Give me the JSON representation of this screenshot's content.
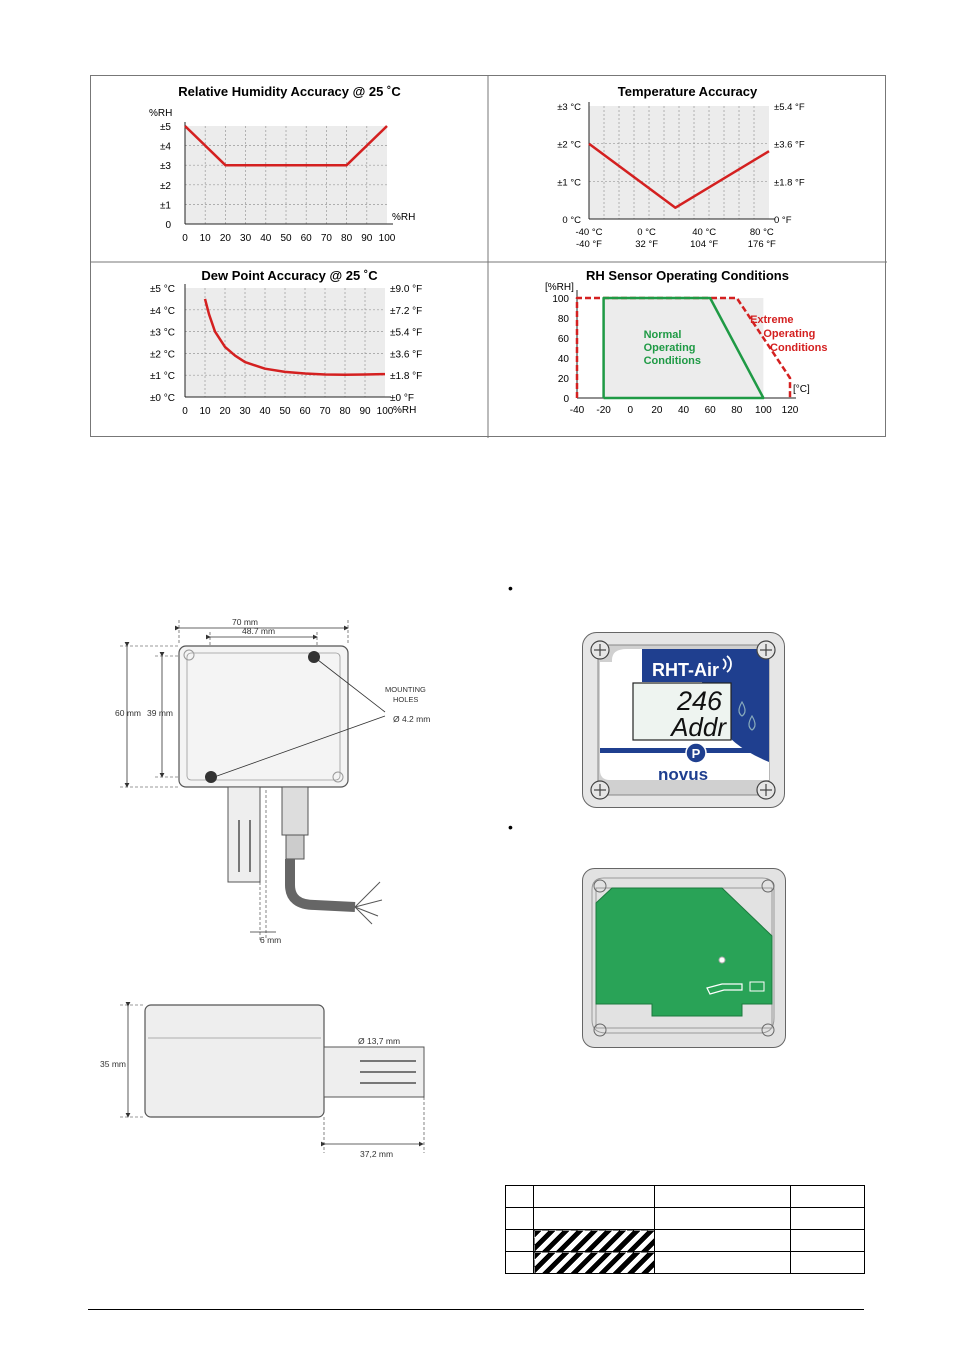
{
  "charts_panel": {
    "rh_accuracy": {
      "title": "Relative Humidity Accuracy @ 25 ˚C",
      "chart_data": {
        "type": "line",
        "title": "Relative Humidity Accuracy @ 25 ˚C",
        "ylabel": "%RH",
        "xlabel": "%RH",
        "x_ticks": [
          "0",
          "10",
          "20",
          "30",
          "40",
          "50",
          "60",
          "70",
          "80",
          "90",
          "100"
        ],
        "y_ticks": [
          "0",
          "±1",
          "±2",
          "±3",
          "±4",
          "±5"
        ],
        "xlim": [
          0,
          100
        ],
        "ylim": [
          0,
          5
        ],
        "series": [
          {
            "x": [
              0,
              20,
              80,
              100
            ],
            "y": [
              5,
              3,
              3,
              5
            ]
          }
        ]
      }
    },
    "temp_accuracy": {
      "title": "Temperature Accuracy",
      "chart_data": {
        "type": "line",
        "title": "Temperature Accuracy",
        "y_ticks_left": [
          "0 °C",
          "±1 °C",
          "±2 °C",
          "±3 °C"
        ],
        "y_ticks_right": [
          "0 °F",
          "±1.8 °F",
          "±3.6 °F",
          "±5.4 °F"
        ],
        "x_ticks_c": [
          "-40 °C",
          "0 °C",
          "40 °C",
          "80 °C"
        ],
        "x_ticks_f": [
          "-40 °F",
          "32 °F",
          "104 °F",
          "176 °F"
        ],
        "xlim": [
          -40,
          85
        ],
        "ylim": [
          0,
          3
        ],
        "series": [
          {
            "x": [
              -40,
              20,
              85
            ],
            "y": [
              2.0,
              0.3,
              1.8
            ]
          }
        ]
      }
    },
    "dew_accuracy": {
      "title": "Dew Point Accuracy @ 25 ˚C",
      "chart_data": {
        "type": "line",
        "title": "Dew Point Accuracy @ 25 ˚C",
        "xlabel": "%RH",
        "x_ticks": [
          "0",
          "10",
          "20",
          "30",
          "40",
          "50",
          "60",
          "70",
          "80",
          "90",
          "100"
        ],
        "y_ticks_left": [
          "±0 °C",
          "±1 °C",
          "±2 °C",
          "±3 °C",
          "±4 °C",
          "±5 °C"
        ],
        "y_ticks_right": [
          "±0 °F",
          "±1.8 °F",
          "±3.6 °F",
          "±5.4 °F",
          "±7.2 °F",
          "±9.0 °F"
        ],
        "xlim": [
          0,
          100
        ],
        "ylim": [
          0,
          5
        ],
        "series": [
          {
            "x": [
              10,
              12,
              15,
              20,
              25,
              30,
              40,
              50,
              60,
              70,
              80,
              90,
              100
            ],
            "y": [
              4.5,
              3.8,
              3.0,
              2.3,
              1.9,
              1.6,
              1.3,
              1.15,
              1.08,
              1.03,
              1.02,
              1.03,
              1.05
            ]
          }
        ]
      }
    },
    "rh_operating": {
      "title": "RH Sensor Operating Conditions",
      "chart_data": {
        "type": "area",
        "title": "RH Sensor Operating Conditions",
        "ylabel": "[%RH]",
        "xlabel": "[°C]",
        "x_ticks": [
          "-40",
          "-20",
          "0",
          "20",
          "40",
          "60",
          "80",
          "100",
          "120"
        ],
        "y_ticks": [
          "0",
          "20",
          "40",
          "60",
          "80",
          "100"
        ],
        "xlim": [
          -40,
          120
        ],
        "ylim": [
          0,
          100
        ],
        "series": [
          {
            "name": "Normal Operating Conditions",
            "x": [
              -20,
              -20,
              60,
              100,
              -20
            ],
            "y": [
              0,
              100,
              100,
              0,
              0
            ]
          },
          {
            "name": "Extreme Operating Conditions",
            "x": [
              -40,
              -40,
              80,
              120,
              120
            ],
            "y": [
              0,
              100,
              100,
              20,
              0
            ]
          }
        ]
      }
    }
  },
  "dimensions_top": {
    "width_70": "70 mm",
    "width_487": "48.7 mm",
    "height_60": "60 mm",
    "height_39": "39 mm",
    "mounting_1": "MOUNTING",
    "mounting_2": "HOLES",
    "hole_dia": "Ø 4.2 mm",
    "probe_6": "6 mm"
  },
  "dimensions_side": {
    "height_35": "35 mm",
    "probe_dia": "Ø 13,7 mm",
    "probe_len": "37,2 mm"
  },
  "device": {
    "brand": "RHT-Air",
    "lcd_line1": "246",
    "lcd_line2": "Addr",
    "button": "P",
    "logo": "novus"
  },
  "bullets": [
    "•",
    "•"
  ]
}
